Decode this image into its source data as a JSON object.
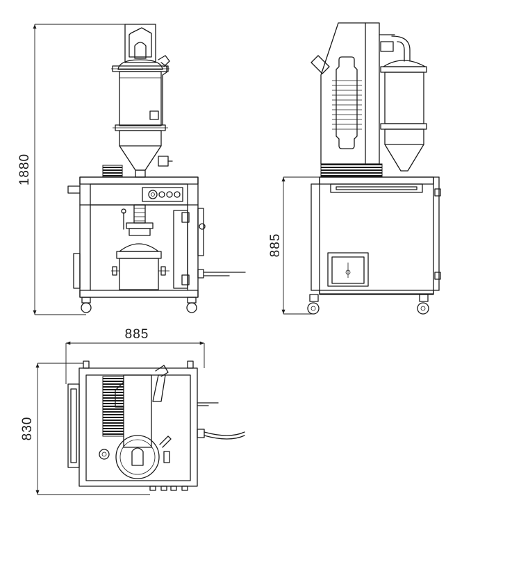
{
  "dimensions": {
    "front_height": "1880",
    "side_base_height": "885",
    "top_width": "885",
    "top_depth": "830"
  }
}
